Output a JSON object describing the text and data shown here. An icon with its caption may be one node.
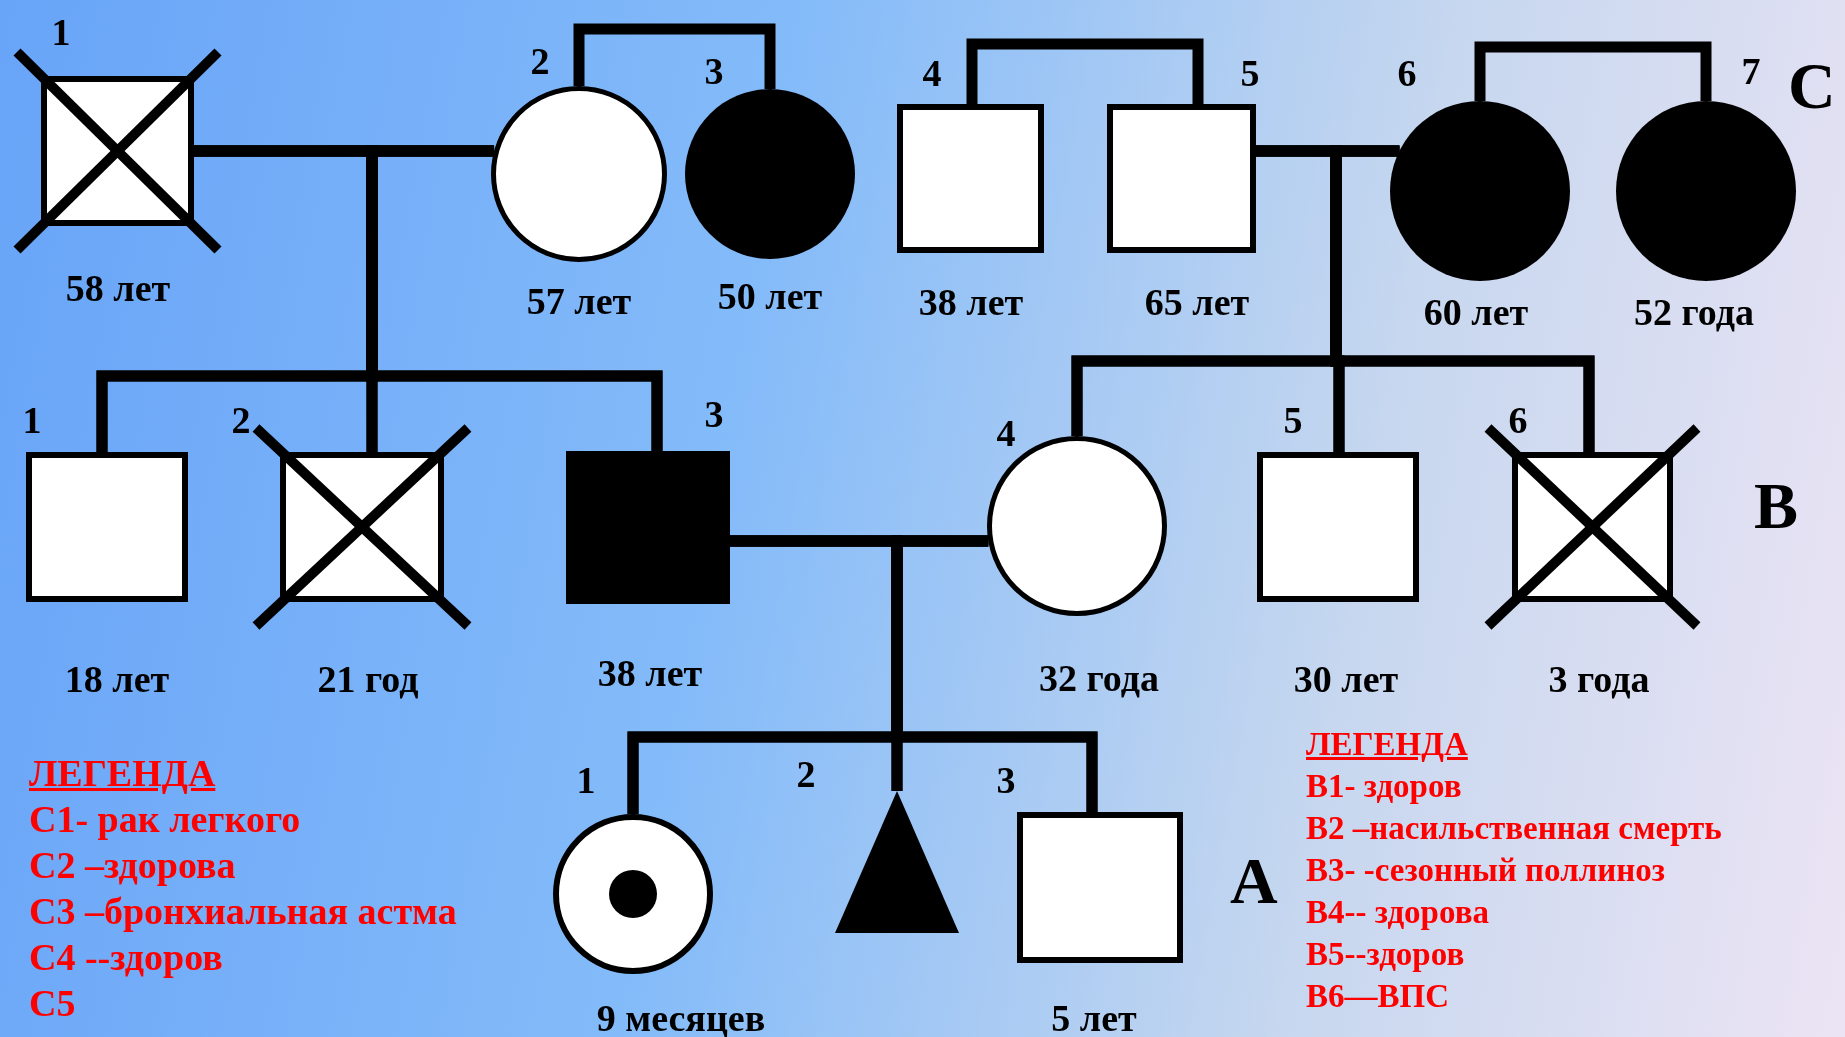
{
  "diagram": {
    "nodes": [
      {
        "text": [
          "1"
        ],
        "beside": [
          "58 лет"
        ]
      },
      {
        "text": [
          "2"
        ],
        "beside": [
          "57 лет"
        ]
      },
      {
        "text": [
          "3"
        ],
        "beside": [
          "50 лет"
        ]
      },
      {
        "text": [
          "4"
        ],
        "beside": [
          "38 лет"
        ]
      },
      {
        "text": [
          "5"
        ],
        "beside": [
          "65 лет"
        ]
      },
      {
        "text": [
          "6"
        ],
        "beside": [
          "60 лет"
        ]
      },
      {
        "text": [
          "7"
        ],
        "beside": [
          "52 года"
        ]
      },
      {
        "text": [
          "1"
        ],
        "beside": [
          "18 лет"
        ]
      },
      {
        "text": [
          "2"
        ],
        "beside": [
          "21 год"
        ]
      },
      {
        "text": [
          "3"
        ],
        "beside": [
          "38 лет"
        ]
      },
      {
        "text": [
          "4"
        ],
        "beside": [
          "32 года"
        ]
      },
      {
        "text": [
          "5"
        ],
        "beside": [
          "30 лет"
        ]
      },
      {
        "text": [
          "6"
        ],
        "beside": [
          "3 года"
        ]
      },
      {
        "text": [
          "1"
        ],
        "beside": [
          "9 месяцев"
        ]
      },
      {
        "text": [
          "2"
        ]
      },
      {
        "text": [
          "3"
        ],
        "beside": [
          "5 лет"
        ]
      }
    ],
    "edges": [
      {
        "from": 0,
        "to": 1,
        "arrow": "none"
      },
      {
        "from": 1,
        "to": 2,
        "arrow": "none"
      },
      {
        "from": 0,
        "to": 7,
        "arrow": "none"
      },
      {
        "from": 0,
        "to": 8,
        "arrow": "none"
      },
      {
        "from": 0,
        "to": 9,
        "arrow": "none"
      },
      {
        "from": 1,
        "to": 7,
        "arrow": "none"
      },
      {
        "from": 1,
        "to": 8,
        "arrow": "none"
      },
      {
        "from": 1,
        "to": 9,
        "arrow": "none"
      },
      {
        "from": 3,
        "to": 4,
        "arrow": "none"
      },
      {
        "from": 4,
        "to": 5,
        "arrow": "none"
      },
      {
        "from": 5,
        "to": 6,
        "arrow": "none"
      },
      {
        "from": 4,
        "to": 10,
        "arrow": "none"
      },
      {
        "from": 4,
        "to": 11,
        "arrow": "none"
      },
      {
        "from": 4,
        "to": 12,
        "arrow": "none"
      },
      {
        "from": 5,
        "to": 10,
        "arrow": "none"
      },
      {
        "from": 5,
        "to": 11,
        "arrow": "none"
      },
      {
        "from": 5,
        "to": 12,
        "arrow": "none"
      },
      {
        "from": 9,
        "to": 10,
        "arrow": "none"
      },
      {
        "from": 9,
        "to": 13,
        "arrow": "none"
      },
      {
        "from": 9,
        "to": 14,
        "arrow": "none"
      },
      {
        "from": 9,
        "to": 15,
        "arrow": "none"
      },
      {
        "from": 10,
        "to": 13,
        "arrow": "none"
      },
      {
        "from": 10,
        "to": 14,
        "arrow": "none"
      },
      {
        "from": 10,
        "to": 15,
        "arrow": "none"
      }
    ],
    "labels": [
      "C",
      "B",
      "A",
      "ЛЕГЕНДА",
      "С1- рак легкого",
      "С2 –здорова",
      "С3 –бронхиальная астма",
      "С4 --здоров",
      "С5",
      "ЛЕГЕНДА",
      "В1- здоров",
      "В2 –насильственная смерть",
      "В3- -сезонный поллиноз",
      "В4-- здорова",
      "В5--здоров",
      "В6—ВПС"
    ]
  }
}
